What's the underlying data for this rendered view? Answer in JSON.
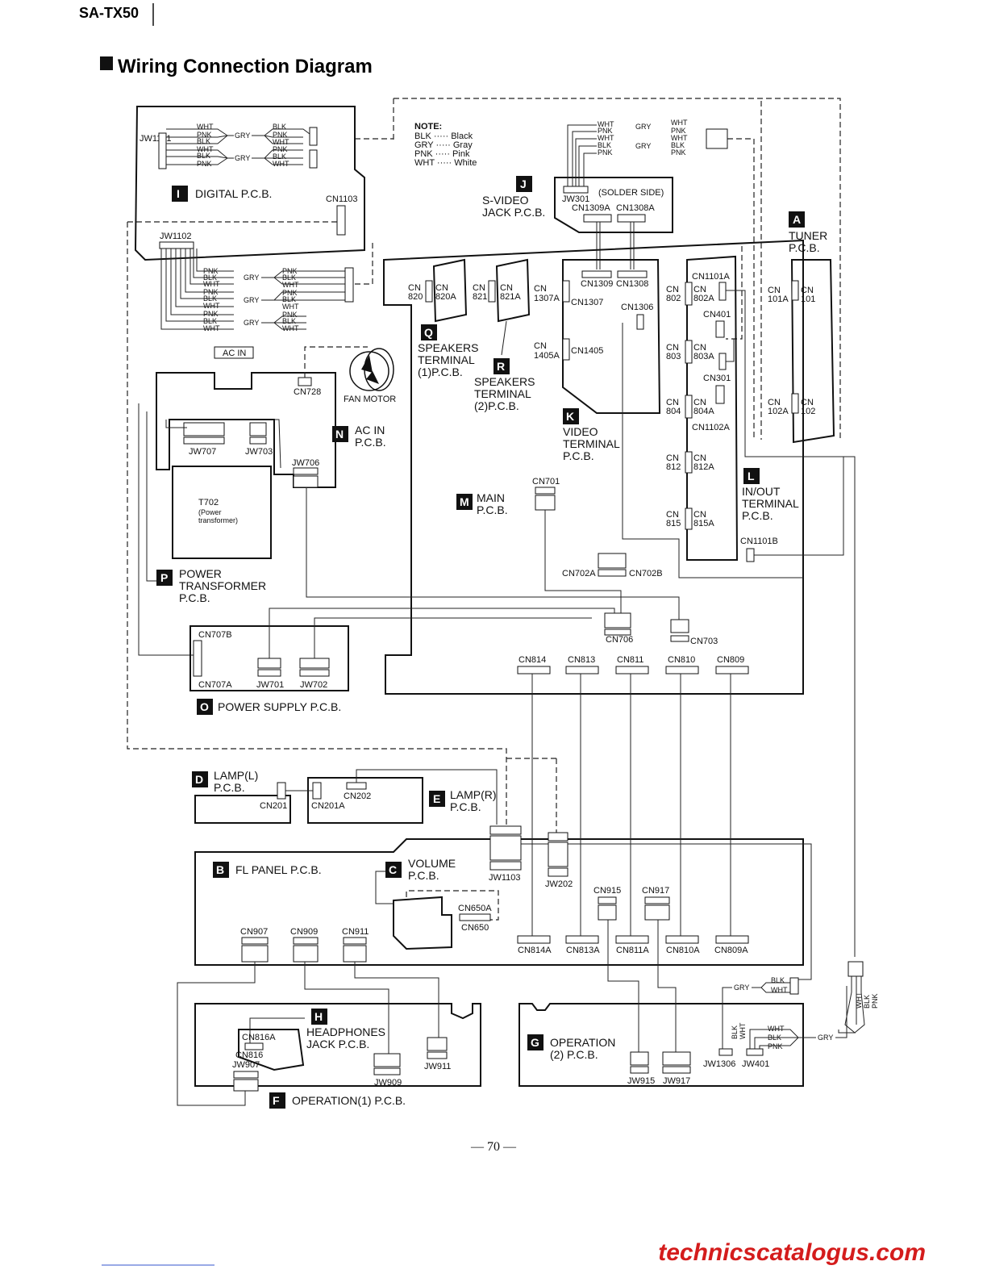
{
  "header": {
    "model": "SA-TX50",
    "title": "Wiring Connection Diagram",
    "page_number": "— 70 —",
    "watermark": "technicscatalogus.com"
  },
  "note": {
    "title": "NOTE:",
    "lines": [
      "BLK ····· Black",
      "GRY ····· Gray",
      "PNK ····· Pink",
      "WHT ····· White"
    ]
  },
  "boards": {
    "I": {
      "tag": "I",
      "name": "DIGITAL P.C.B."
    },
    "J": {
      "tag": "J",
      "name1": "S-VIDEO",
      "name2": "JACK P.C.B.",
      "side": "(SOLDER SIDE)"
    },
    "A": {
      "tag": "A",
      "name1": "TUNER",
      "name2": "P.C.B."
    },
    "Q": {
      "tag": "Q",
      "name1": "SPEAKERS",
      "name2": "TERMINAL",
      "name3": "(1)P.C.B."
    },
    "R": {
      "tag": "R",
      "name1": "SPEAKERS",
      "name2": "TERMINAL",
      "name3": "(2)P.C.B."
    },
    "K": {
      "tag": "K",
      "name1": "VIDEO",
      "name2": "TERMINAL",
      "name3": "P.C.B."
    },
    "L": {
      "tag": "L",
      "name1": "IN/OUT",
      "name2": "TERMINAL",
      "name3": "P.C.B."
    },
    "N": {
      "tag": "N",
      "name1": "AC IN",
      "name2": "P.C.B."
    },
    "M": {
      "tag": "M",
      "name1": "MAIN",
      "name2": "P.C.B."
    },
    "P": {
      "tag": "P",
      "name1": "POWER",
      "name2": "TRANSFORMER",
      "name3": "P.C.B."
    },
    "O": {
      "tag": "O",
      "name": "POWER SUPPLY P.C.B."
    },
    "D": {
      "tag": "D",
      "name1": "LAMP(L)",
      "name2": "P.C.B."
    },
    "E": {
      "tag": "E",
      "name1": "LAMP(R)",
      "name2": "P.C.B."
    },
    "B": {
      "tag": "B",
      "name": "FL PANEL P.C.B."
    },
    "C": {
      "tag": "C",
      "name1": "VOLUME",
      "name2": "P.C.B."
    },
    "H": {
      "tag": "H",
      "name1": "HEADPHONES",
      "name2": "JACK P.C.B."
    },
    "F": {
      "tag": "F",
      "name": "OPERATION(1) P.C.B."
    },
    "G": {
      "tag": "G",
      "name1": "OPERATION",
      "name2": "(2) P.C.B."
    }
  },
  "misc": {
    "ac_in": "AC IN",
    "fan_motor": "FAN MOTOR",
    "t702": "T702",
    "t702_sub1": "(Power",
    "t702_sub2": "transformer)"
  },
  "wire_colors": {
    "wht": "WHT",
    "pnk": "PNK",
    "blk": "BLK",
    "gry": "GRY"
  },
  "connectors": {
    "jw1101": "JW1101",
    "cn1103": "CN1103",
    "jw1102": "JW1102",
    "jw301": "JW301",
    "cn1309a": "CN1309A",
    "cn1308a": "CN1308A",
    "cn1309": "CN1309",
    "cn1308": "CN1308",
    "cn1307a": "1307A",
    "cn1307": "CN1307",
    "cn1306": "CN1306",
    "cn1405a": "1405A",
    "cn1405": "CN1405",
    "cn820": "820",
    "cn820a": "820A",
    "cn821": "821",
    "cn821a": "821A",
    "cn": "CN",
    "cn1101a": "CN1101A",
    "cn802": "802",
    "cn802a": "802A",
    "cn401": "CN401",
    "cn803": "803",
    "cn803a": "803A",
    "cn301": "CN301",
    "cn804": "804",
    "cn804a": "804A",
    "cn1102a": "CN1102A",
    "cn812": "812",
    "cn812a": "812A",
    "cn815": "815",
    "cn815a": "815A",
    "cn101a": "101A",
    "cn101": "101",
    "cn102a": "102A",
    "cn102": "102",
    "cn1101b": "CN1101B",
    "cn728": "CN728",
    "jw707": "JW707",
    "jw703": "JW703",
    "jw706": "JW706",
    "cn701": "CN701",
    "cn702a": "CN702A",
    "cn702b": "CN702B",
    "cn706": "CN706",
    "cn703": "CN703",
    "cn814": "CN814",
    "cn813": "CN813",
    "cn811": "CN811",
    "cn810": "CN810",
    "cn809": "CN809",
    "cn707b": "CN707B",
    "cn707a": "CN707A",
    "jw701": "JW701",
    "jw702": "JW702",
    "cn201": "CN201",
    "cn201a": "CN201A",
    "cn202": "CN202",
    "jw1103": "JW1103",
    "jw202": "JW202",
    "cn650a": "CN650A",
    "cn650": "CN650",
    "cn915": "CN915",
    "cn917": "CN917",
    "cn907": "CN907",
    "cn909": "CN909",
    "cn911": "CN911",
    "cn814a": "CN814A",
    "cn813a": "CN813A",
    "cn811a": "CN811A",
    "cn810a": "CN810A",
    "cn809a": "CN809A",
    "cn816a": "CN816A",
    "cn816": "CN816",
    "jw907": "JW907",
    "jw909": "JW909",
    "jw911": "JW911",
    "jw915": "JW915",
    "jw917": "JW917",
    "jw1306": "JW1306",
    "jw401": "JW401"
  }
}
